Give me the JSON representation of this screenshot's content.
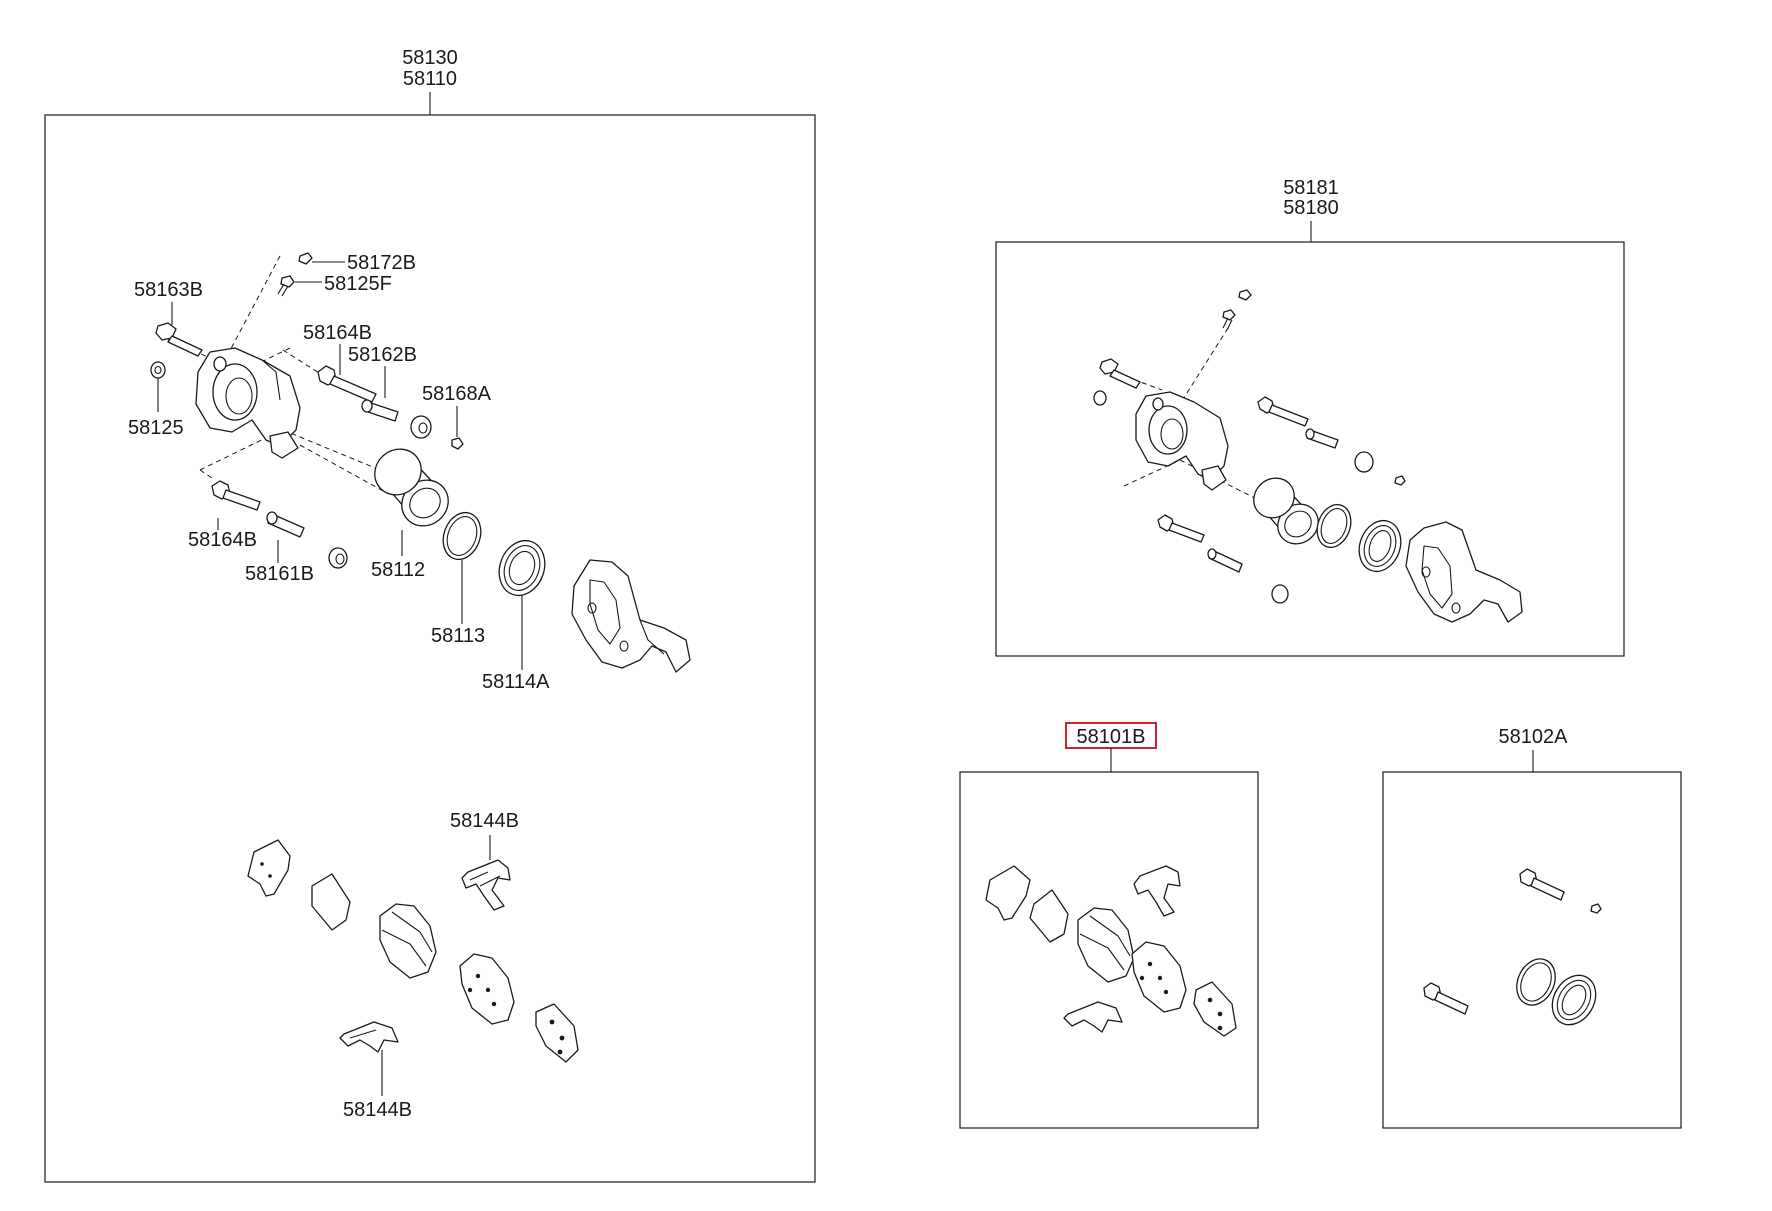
{
  "assemblies": {
    "front_caliper": {
      "labels": [
        "58130",
        "58110"
      ]
    },
    "rear_caliper": {
      "labels": [
        "58181",
        "58180"
      ]
    },
    "pad_kit": {
      "label": "58101B",
      "highlighted": true
    },
    "seal_kit": {
      "label": "58102A"
    }
  },
  "parts": {
    "p58172B": "58172B",
    "p58125F": "58125F",
    "p58163B": "58163B",
    "p58164B_top": "58164B",
    "p58162B": "58162B",
    "p58168A": "58168A",
    "p58125": "58125",
    "p58164B_bottom": "58164B",
    "p58161B": "58161B",
    "p58112": "58112",
    "p58113": "58113",
    "p58114A": "58114A",
    "p58144B_top": "58144B",
    "p58144B_bottom": "58144B"
  },
  "colors": {
    "line": "#1a1a1a",
    "highlight": "#d8202a",
    "background": "#ffffff"
  }
}
